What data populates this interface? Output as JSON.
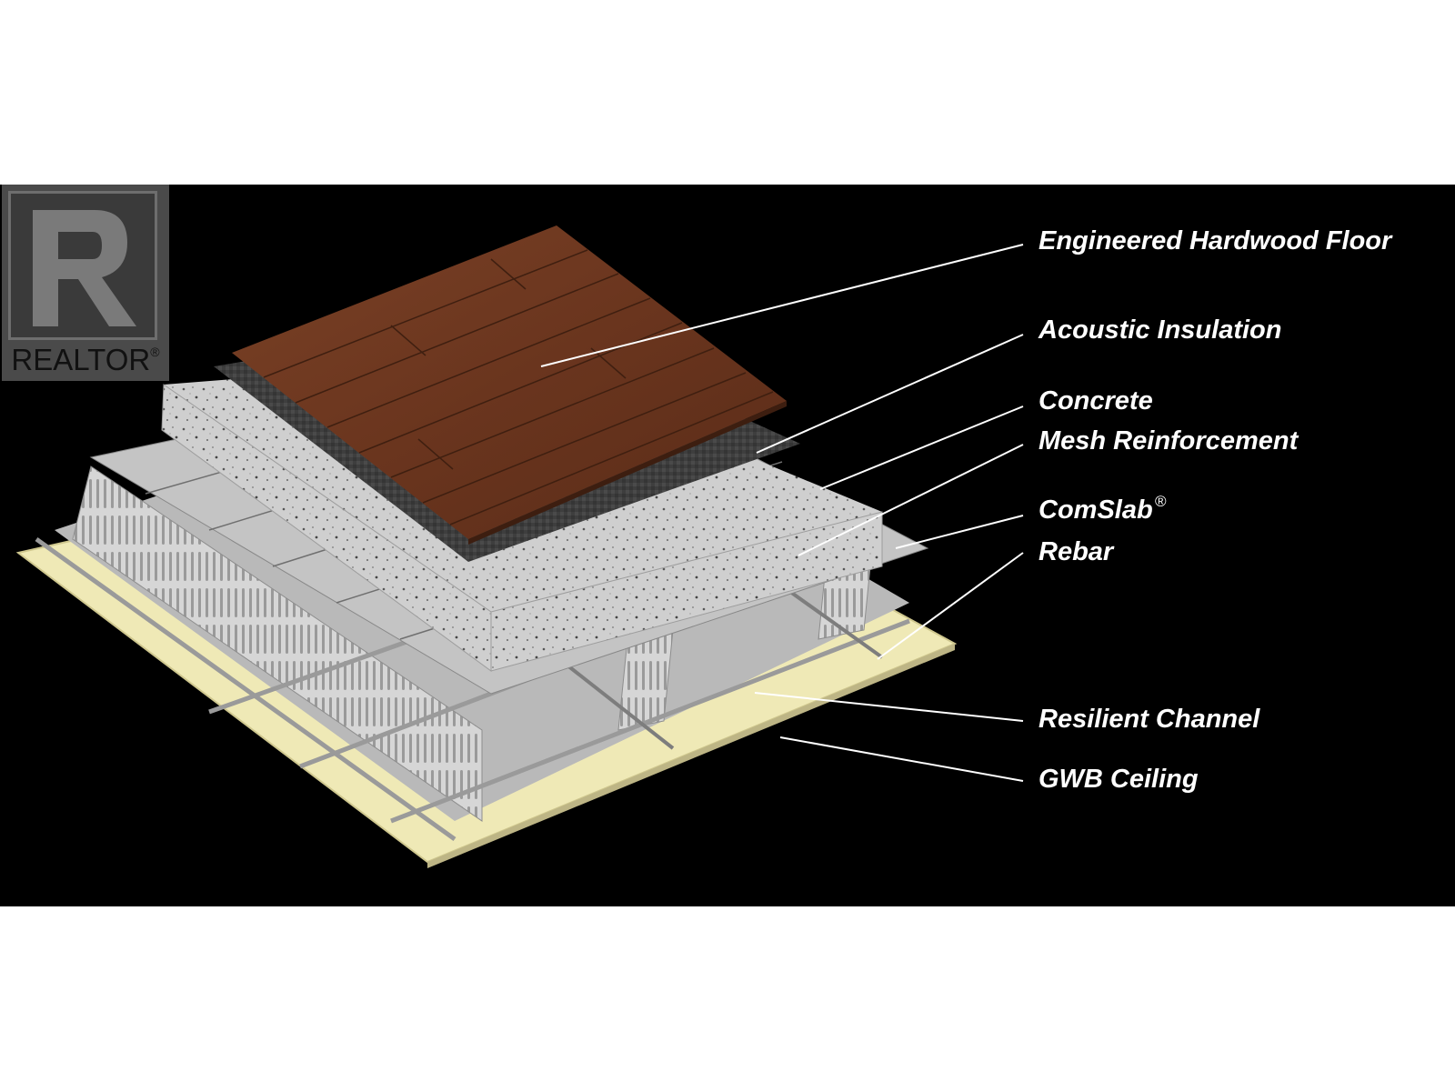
{
  "diagram": {
    "labels": [
      {
        "id": "engineered-hardwood-floor",
        "text": "Engineered Hardwood Floor"
      },
      {
        "id": "acoustic-insulation",
        "text": "Acoustic Insulation"
      },
      {
        "id": "concrete",
        "text": "Concrete"
      },
      {
        "id": "mesh-reinforcement",
        "text": "Mesh Reinforcement"
      },
      {
        "id": "comslab",
        "text": "ComSlab",
        "mark": "®"
      },
      {
        "id": "rebar",
        "text": "Rebar"
      },
      {
        "id": "resilient-channel",
        "text": "Resilient Channel"
      },
      {
        "id": "gwb-ceiling",
        "text": "GWB Ceiling"
      }
    ]
  },
  "logo": {
    "word": "REALTOR",
    "mark": "®"
  },
  "colors": {
    "background": "#000000",
    "wood": "#6b3a22",
    "insulation": "#3c3c3c",
    "concrete": "#c9c9c9",
    "deck": "#bdbdbd",
    "ceiling": "#efe9b6",
    "label": "#ffffff"
  }
}
